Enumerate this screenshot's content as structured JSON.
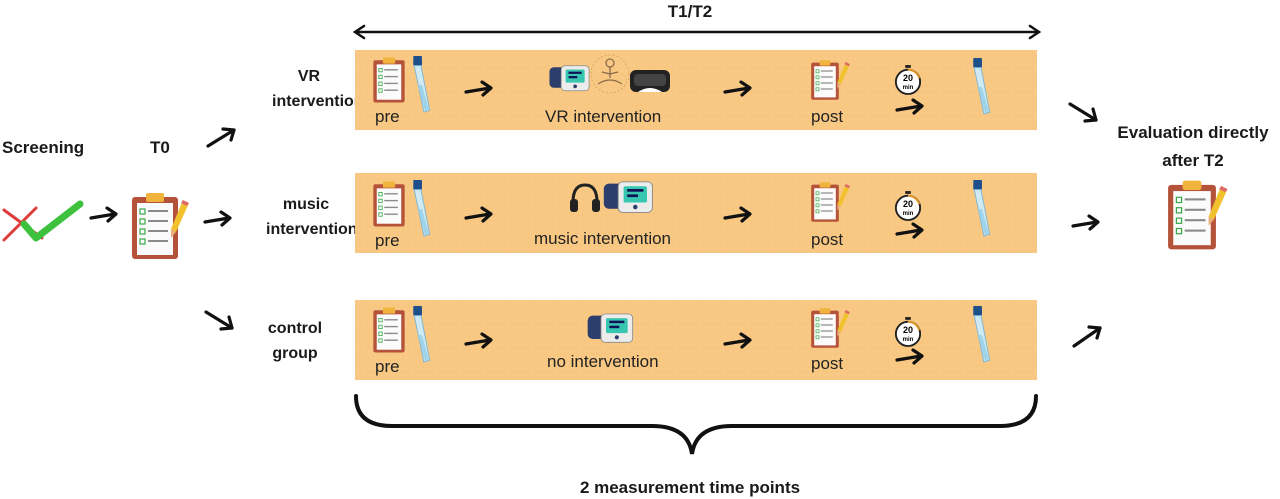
{
  "header": {
    "timespan": "T1/T2"
  },
  "screening": {
    "label": "Screening"
  },
  "t0": {
    "label": "T0"
  },
  "evaluation": {
    "line1": "Evaluation directly",
    "line2": "after T2"
  },
  "footer": {
    "label": "2 measurement time points"
  },
  "groups": [
    {
      "name_line1": "VR",
      "name_line2": "intervention",
      "pre": "pre",
      "intervention": "VR intervention",
      "post": "post",
      "timer": "20",
      "timer_unit": "min"
    },
    {
      "name_line1": "music",
      "name_line2": "intervention",
      "pre": "pre",
      "intervention": "music intervention",
      "post": "post",
      "timer": "20",
      "timer_unit": "min"
    },
    {
      "name_line1": "control",
      "name_line2": "group",
      "pre": "pre",
      "intervention": "no intervention",
      "post": "post",
      "timer": "20",
      "timer_unit": "min"
    }
  ],
  "colors": {
    "band": "#f8c882",
    "clipboard": "#b5533a",
    "clip": "#f0b43c",
    "check_red": "#e03b3b",
    "check_green": "#3ec23e",
    "tube": "#9fd3ea",
    "tube_cap": "#1f4f8a"
  },
  "icons": [
    "check-mark-icon",
    "cross-icon",
    "clipboard-icon",
    "test-tube-icon",
    "blood-pressure-monitor-icon",
    "meditation-icon",
    "vr-headset-icon",
    "headphones-icon",
    "timer-icon",
    "arrow-icon"
  ]
}
